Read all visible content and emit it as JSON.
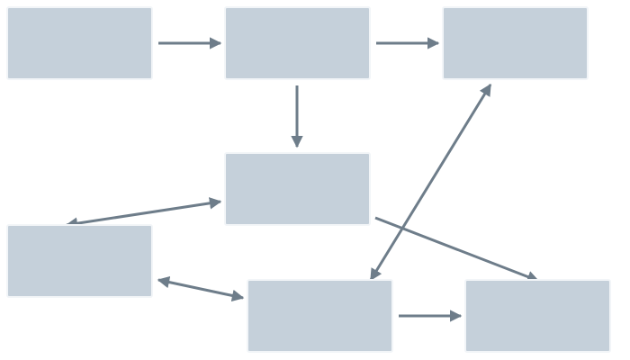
{
  "colors": {
    "node_fill": "#c5d0da",
    "node_border": "#f2f5f8",
    "edge": "#6e7d8a",
    "background": "#ffffff"
  },
  "nodes": [
    {
      "id": "n1",
      "label": ""
    },
    {
      "id": "n2",
      "label": ""
    },
    {
      "id": "n3",
      "label": ""
    },
    {
      "id": "n4",
      "label": ""
    },
    {
      "id": "n5",
      "label": ""
    },
    {
      "id": "n6",
      "label": ""
    },
    {
      "id": "n7",
      "label": ""
    }
  ],
  "edges": [
    {
      "from": "n1",
      "to": "n2",
      "direction": "forward"
    },
    {
      "from": "n2",
      "to": "n3",
      "direction": "forward"
    },
    {
      "from": "n2",
      "to": "n4",
      "direction": "forward"
    },
    {
      "from": "n4",
      "to": "n5",
      "direction": "both"
    },
    {
      "from": "n5",
      "to": "n6",
      "direction": "both"
    },
    {
      "from": "n6",
      "to": "n7",
      "direction": "forward"
    },
    {
      "from": "n4",
      "to": "n7",
      "direction": "forward"
    },
    {
      "from": "n6",
      "to": "n3",
      "direction": "both"
    }
  ]
}
